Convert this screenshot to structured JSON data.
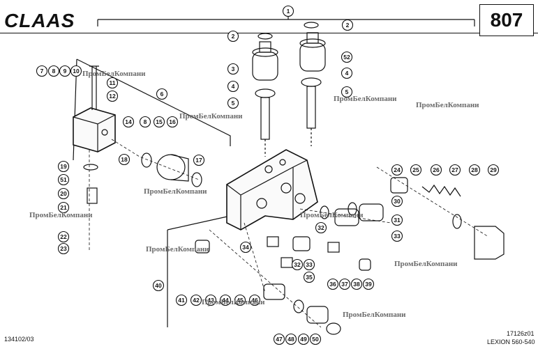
{
  "header": {
    "brand": "CLAAS",
    "page_number": "807"
  },
  "footer": {
    "left_code": "134102/03",
    "right_code": "17126z01",
    "model": "LEXION 560-540"
  },
  "watermark": "ПромБелКомпани",
  "callouts": [
    "1",
    "2",
    "2",
    "3",
    "52",
    "4",
    "4",
    "5",
    "5",
    "6",
    "7",
    "8",
    "9",
    "10",
    "11",
    "12",
    "14",
    "8",
    "15",
    "16",
    "17",
    "18",
    "19",
    "51",
    "20",
    "21",
    "22",
    "23",
    "24",
    "25",
    "26",
    "27",
    "28",
    "29",
    "30",
    "31",
    "32",
    "33",
    "32",
    "33",
    "34",
    "35",
    "36",
    "37",
    "38",
    "39",
    "40",
    "41",
    "42",
    "43",
    "44",
    "45",
    "46",
    "47",
    "48",
    "49",
    "50"
  ]
}
